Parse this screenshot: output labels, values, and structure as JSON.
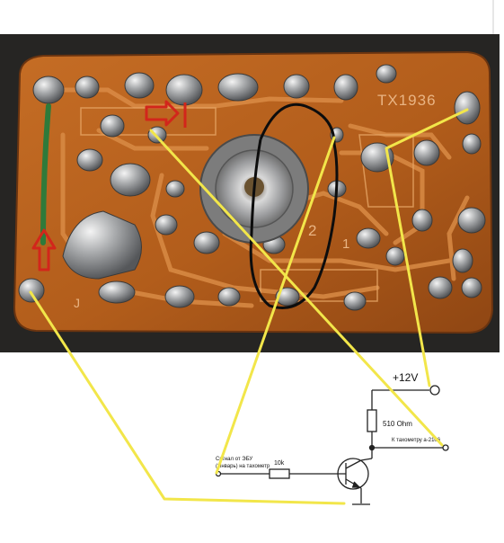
{
  "board": {
    "marking": "TX1936",
    "digit_2": "2",
    "digit_1": "1",
    "corner_mark": "J"
  },
  "schematic": {
    "supply_label": "+12V",
    "resistor_pullup_label": "510 Ohm",
    "output_label": "К тахометру а-2106",
    "input_label_line1": "Сигнал от ЭБУ",
    "input_label_line2": "(Январь) на тахометр",
    "resistor_base_label": "10k"
  },
  "colors": {
    "wire": "#f2e64a",
    "pcb": "#b8621e",
    "arrow": "#d2261b",
    "photo_bg": "#262523"
  }
}
